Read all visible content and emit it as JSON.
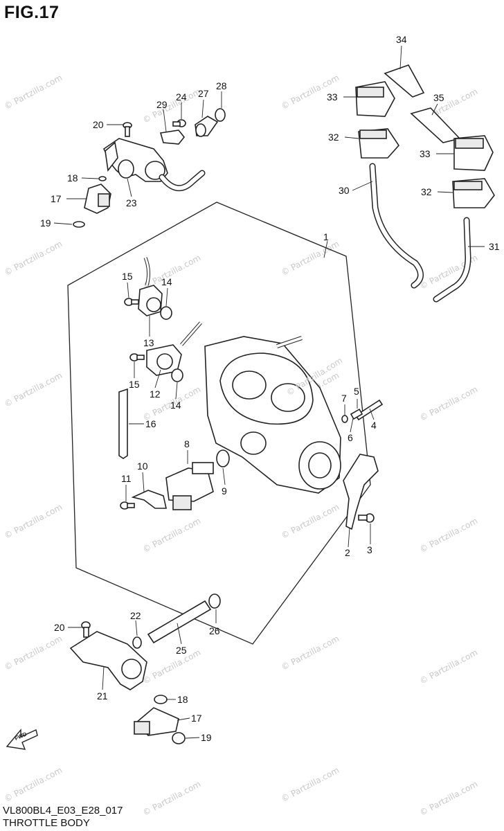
{
  "figure_title": "FIG.17",
  "footer": {
    "model_code": "VL800BL4_E03_E28_017",
    "section_title": "THROTTLE BODY"
  },
  "watermark_text": "© Partzilla.com",
  "center_watermark": "© Partzilla.com",
  "callouts": [
    "1",
    "2",
    "3",
    "4",
    "5",
    "6",
    "7",
    "8",
    "9",
    "10",
    "11",
    "12",
    "13",
    "14",
    "15",
    "16",
    "17",
    "18",
    "19",
    "20",
    "21",
    "22",
    "23",
    "24",
    "25",
    "26",
    "27",
    "28",
    "29",
    "30",
    "31",
    "32",
    "33",
    "34",
    "35"
  ],
  "fwd_label": "FWD"
}
